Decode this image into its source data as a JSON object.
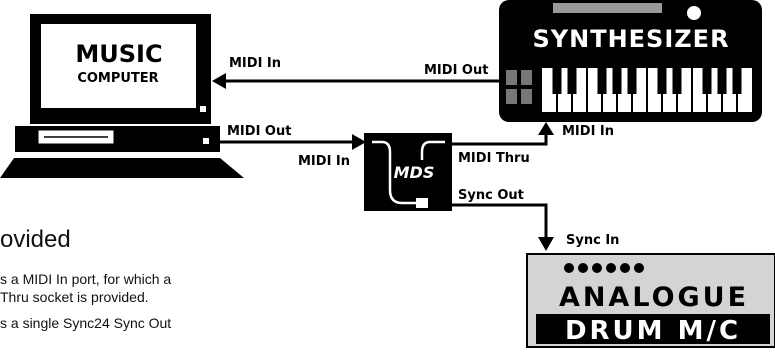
{
  "computer": {
    "line1": "MUSIC",
    "line2": "COMPUTER"
  },
  "synth": {
    "title": "SYNTHESIZER"
  },
  "mds": {
    "label": "MDS"
  },
  "drum": {
    "line1": "ANALOGUE",
    "line2": "DRUM M/C"
  },
  "ports": {
    "computer_in": "MIDI In",
    "synth_out": "MIDI Out",
    "computer_out": "MIDI Out",
    "mds_in": "MIDI In",
    "mds_thru": "MIDI Thru",
    "synth_in": "MIDI In",
    "mds_sync_out": "Sync Out",
    "drum_sync_in": "Sync In"
  },
  "text": {
    "section_title": "ovided",
    "para1_line1": "s a MIDI In port, for which a",
    "para1_line2": "Thru socket is provided.",
    "para2_line1": "s a single Sync24 Sync Out"
  }
}
